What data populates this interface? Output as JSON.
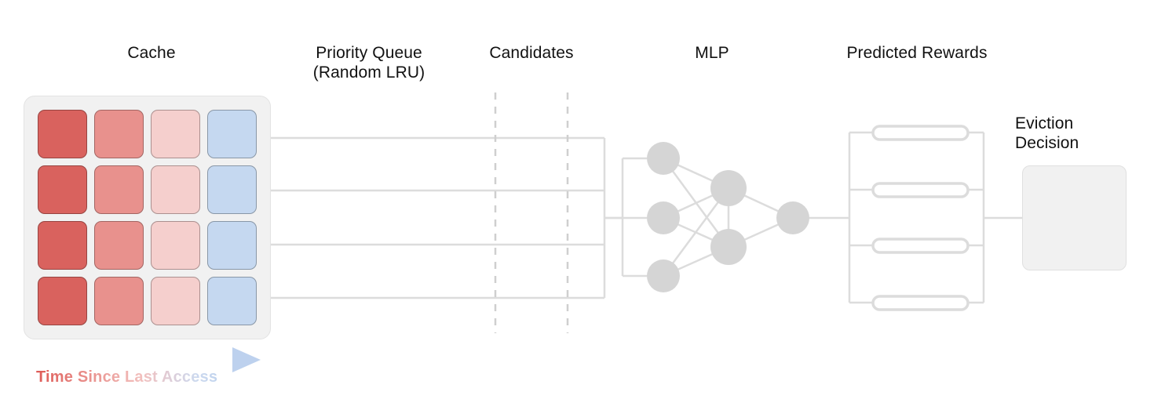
{
  "diagram": {
    "title": "Cache eviction with learned predicted rewards",
    "background_color": "#ffffff",
    "line_color": "#d8d8d8",
    "node_fill": "#d5d5d5",
    "panel_fill": "#f1f1f1"
  },
  "headers": {
    "cache": "Cache",
    "priority_queue": "Priority Queue\n(Random LRU)",
    "candidates": "Candidates",
    "mlp": "MLP",
    "predicted_rewards": "Predicted Rewards",
    "eviction_decision": "Eviction\nDecision"
  },
  "cache": {
    "rows": 4,
    "cols": 4,
    "column_colors": [
      "#d9625e",
      "#e8918d",
      "#f5cfcd",
      "#c5d8f0"
    ],
    "cells": [
      [
        "#d9625e",
        "#e8918d",
        "#f5cfcd",
        "#c5d8f0"
      ],
      [
        "#d9625e",
        "#e8918d",
        "#f5cfcd",
        "#c5d8f0"
      ],
      [
        "#d9625e",
        "#e8918d",
        "#f5cfcd",
        "#c5d8f0"
      ],
      [
        "#d9625e",
        "#e8918d",
        "#f5cfcd",
        "#c5d8f0"
      ]
    ]
  },
  "legend": {
    "time_axis_label": "Time Since Last Access",
    "gradient_start": "#de5b57",
    "gradient_end": "#c0d3ee",
    "arrow_direction": "right"
  },
  "mlp": {
    "input_nodes": 3,
    "hidden_nodes": 2,
    "output_nodes": 1,
    "node_radius": 21
  },
  "predicted_rewards": {
    "count": 4,
    "pill_outline_color": "#dcdcdc"
  }
}
